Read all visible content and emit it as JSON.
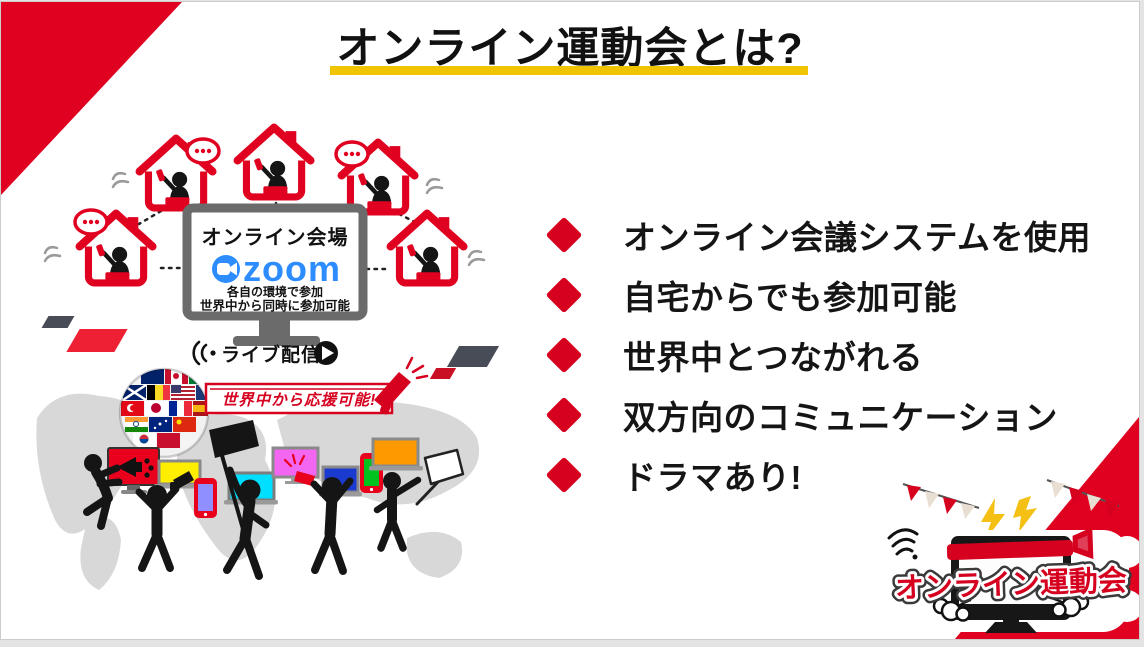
{
  "slide": {
    "title": "オンライン運動会とは?",
    "bullets": [
      {
        "label": "オンライン会議システムを使用"
      },
      {
        "label": "自宅からでも参加可能"
      },
      {
        "label": "世界中とつながれる"
      },
      {
        "label": "双方向のコミュニケーション"
      },
      {
        "label": "ドラマあり!"
      }
    ],
    "diagram": {
      "venue_label": "オンライン会場",
      "zoom_wordmark": "zoom",
      "caption_line1": "各自の環境で参加",
      "caption_line2": "世界中から同時に参加可能",
      "live_label": "ライブ配信",
      "banner_label": "世界中から応援可能!"
    },
    "logo": {
      "wordmark": "オンライン運動会"
    },
    "colors": {
      "brand_red": "#e00020",
      "diamond_red": "#d6001f",
      "accent_yellow": "#f0c400",
      "zoom_blue": "#2d8cff",
      "monitor_gray": "#6b6b6b",
      "map_gray": "#d8d8d8"
    }
  }
}
